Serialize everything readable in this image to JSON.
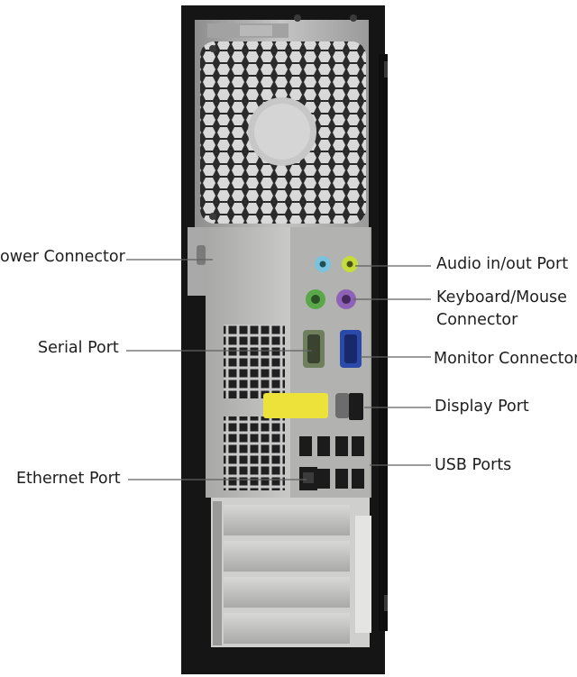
{
  "labels": {
    "power": "ower Connector",
    "serial": "Serial Port",
    "ethernet": "Ethernet Port",
    "audio": "Audio in/out Port",
    "keyboard_line1": "Keyboard/Mouse",
    "keyboard_line2": "Connector",
    "monitor": "Monitor Connector",
    "display": "Display Port",
    "usb": "USB Ports"
  },
  "colors": {
    "chassis": "#141414",
    "panel": "#b7b7b5",
    "line": "#606060",
    "audio_blue": "#79c3dc",
    "audio_lime": "#c6dc3c",
    "ps2_green": "#5aa84a",
    "ps2_purple": "#8e62b6",
    "vga_blue": "#2a49a8",
    "yellow_label": "#ece23a"
  }
}
